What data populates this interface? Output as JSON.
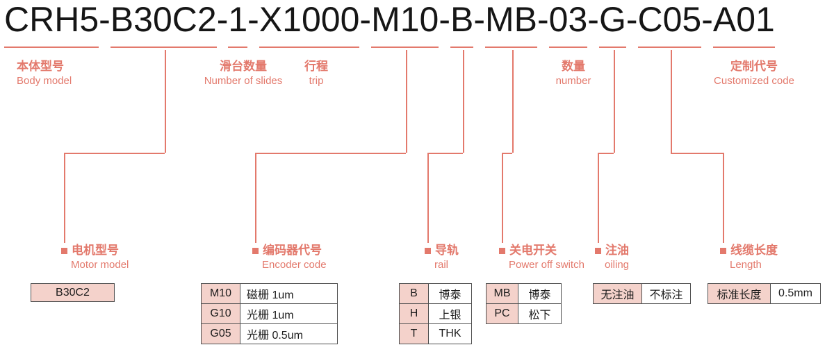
{
  "title": {
    "segments": [
      "CRH5",
      "B30C2",
      "1",
      "X1000",
      "M10",
      "B",
      "MB",
      "03",
      "G",
      "C05",
      "A01"
    ],
    "separator": "-"
  },
  "colors": {
    "accent": "#e3796c",
    "cell_bg": "#f4d2cb",
    "text": "#161616"
  },
  "top_labels": [
    {
      "zh": "本体型号",
      "en": "Body model"
    },
    {
      "zh": "滑台数量",
      "en": "Number of slides"
    },
    {
      "zh": "行程",
      "en": "trip"
    },
    {
      "zh": "数量",
      "en": "number"
    },
    {
      "zh": "定制代号",
      "en": "Customized code"
    }
  ],
  "sections": [
    {
      "zh": "电机型号",
      "en": "Motor model",
      "table": {
        "rows": [
          [
            "B30C2"
          ]
        ]
      }
    },
    {
      "zh": "编码器代号",
      "en": "Encoder code",
      "table": {
        "rows": [
          [
            "M10",
            "磁栅 1um"
          ],
          [
            "G10",
            "光栅 1um"
          ],
          [
            "G05",
            "光栅 0.5um"
          ]
        ]
      }
    },
    {
      "zh": "导轨",
      "en": "rail",
      "table": {
        "rows": [
          [
            "B",
            "博泰"
          ],
          [
            "H",
            "上银"
          ],
          [
            "T",
            "THK"
          ]
        ]
      }
    },
    {
      "zh": "关电开关",
      "en": "Power off switch",
      "table": {
        "rows": [
          [
            "MB",
            "博泰"
          ],
          [
            "PC",
            "松下"
          ]
        ]
      }
    },
    {
      "zh": "注油",
      "en": "oiling",
      "table": {
        "rows": [
          [
            "无注油",
            "不标注"
          ]
        ]
      }
    },
    {
      "zh": "线缆长度",
      "en": "Length",
      "table": {
        "rows": [
          [
            "标准长度",
            "0.5mm"
          ]
        ]
      }
    }
  ]
}
